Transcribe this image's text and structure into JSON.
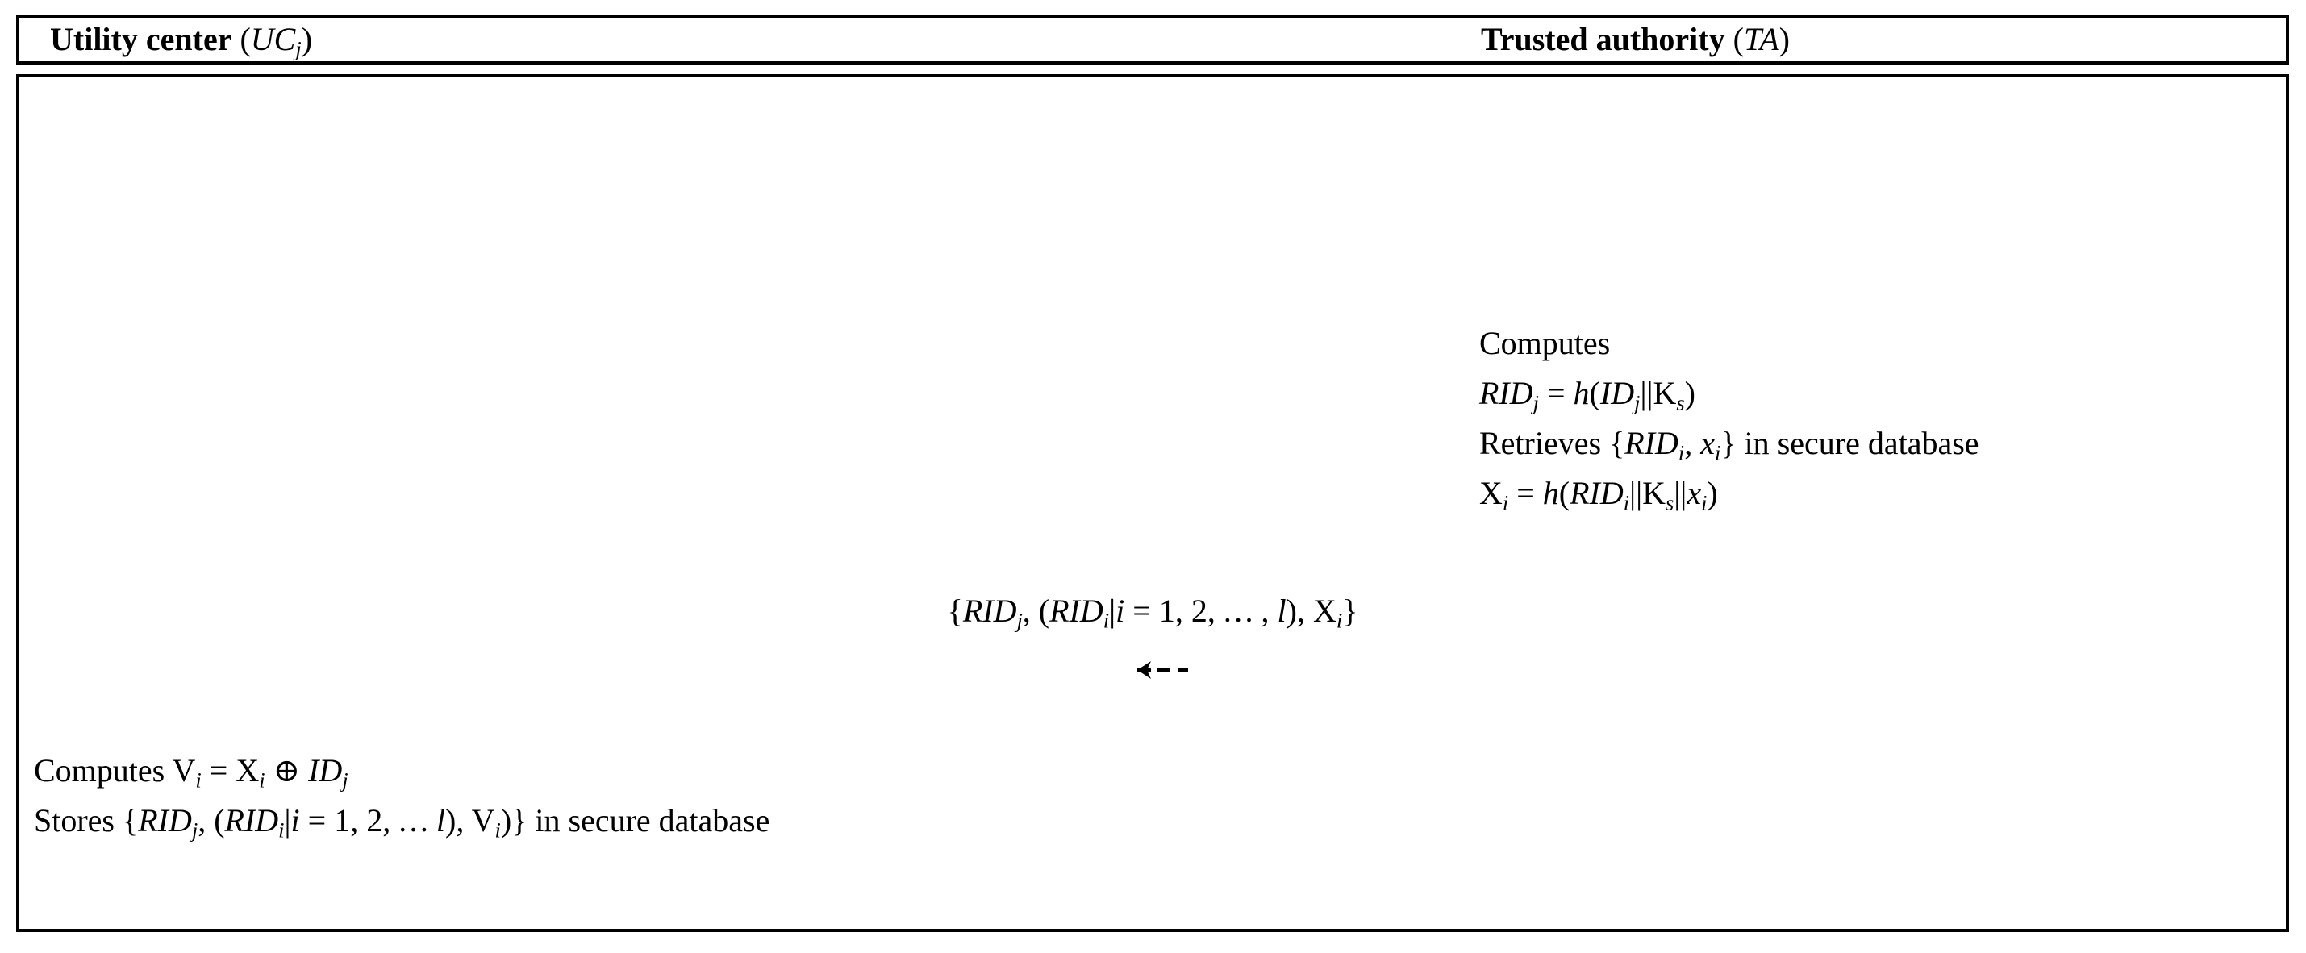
{
  "figure": {
    "type": "protocol-message-sequence-table",
    "background_color": "#ffffff",
    "line_color": "#000000",
    "text_color": "#000000"
  },
  "header": {
    "left": {
      "title": "Utility center",
      "entity_open": "(",
      "entity_symbol": "UC",
      "entity_subscript": "j",
      "entity_close": ")",
      "full_text": "Utility center (UC_j)"
    },
    "right": {
      "title": "Trusted authority",
      "entity_open": "(",
      "entity_symbol": "TA",
      "entity_subscript": "",
      "entity_close": ")",
      "full_text": "Trusted authority (TA)"
    }
  },
  "trusted_authority_block": {
    "lines": [
      {
        "id": "ta-line-computes",
        "text": "Computes"
      },
      {
        "id": "ta-line-rid",
        "text": "RID_j = h(ID_j||K_s)"
      },
      {
        "id": "ta-line-retrieves",
        "text": "Retrieves {RID_i, x_i} in secure database"
      },
      {
        "id": "ta-line-x",
        "text": "X_i = h(RID_i||K_s||x_i)"
      }
    ]
  },
  "message": {
    "label": "{RID_j, (RID_i|i = 1, 2, . . . , l), X_i}",
    "arrow_direction": "left",
    "arrow_style": "dashed",
    "arrow_glyph": "←--",
    "from": "Trusted authority (TA)",
    "to": "Utility center (UC_j)"
  },
  "utility_center_block": {
    "lines": [
      {
        "id": "uc-line-computes",
        "text": "Computes V_i = X_i ⊕ ID_j"
      },
      {
        "id": "uc-line-stores",
        "text": "Stores {RID_j, (RID_i|i = 1, 2, . . . l), V_i)} in secure database"
      }
    ]
  }
}
